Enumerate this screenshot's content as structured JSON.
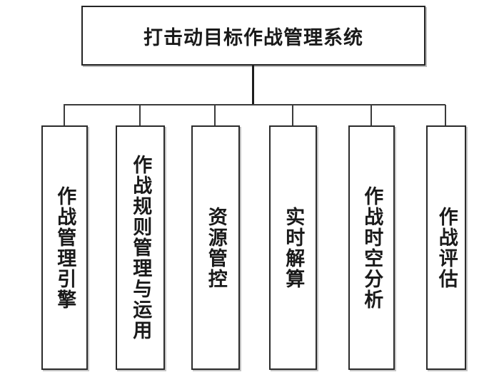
{
  "diagram": {
    "title": "打击动目标作战管理系统",
    "orientation": "vertical-text-children",
    "colors": {
      "background": "#ffffff",
      "border": "#242424",
      "text": "#1a1a1a",
      "connector": "#3b3b3b"
    },
    "root": {
      "label": "打击动目标作战管理系统"
    },
    "children": [
      {
        "label": "作战管理引擎"
      },
      {
        "label": "作战规则管理与运用"
      },
      {
        "label": "资源管控"
      },
      {
        "label": "实时解算"
      },
      {
        "label": "作战时空分析"
      },
      {
        "label": "作战评估"
      }
    ]
  }
}
